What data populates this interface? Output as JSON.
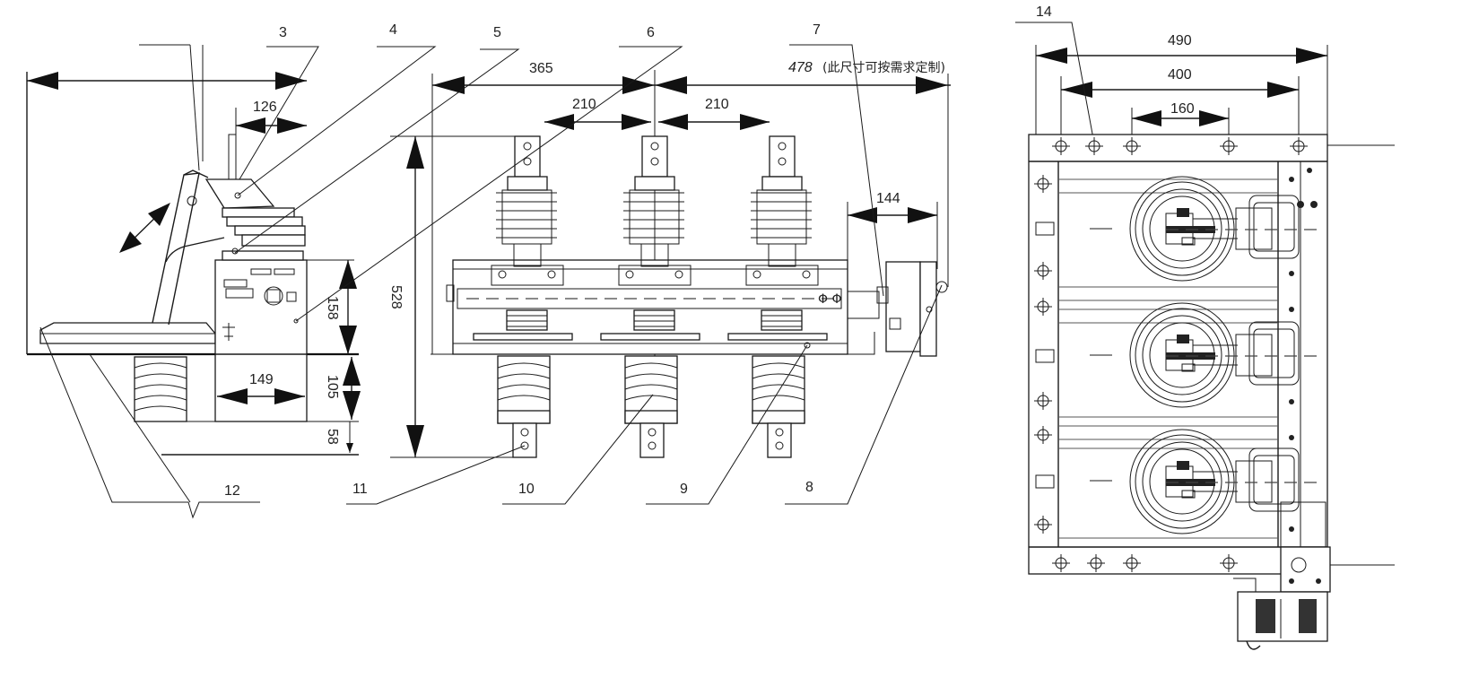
{
  "callouts": {
    "n3": "3",
    "n4": "4",
    "n5": "5",
    "n6": "6",
    "n7": "7",
    "n8": "8",
    "n9": "9",
    "n10": "10",
    "n11": "11",
    "n12": "12",
    "n14": "14"
  },
  "dimensions": {
    "side_126": "126",
    "side_158": "158",
    "side_105": "105",
    "side_58": "58",
    "side_149": "149",
    "front_365": "365",
    "front_210_left": "210",
    "front_210_right": "210",
    "front_528": "528",
    "front_144": "144",
    "front_478": "478",
    "front_478_note": "(此尺寸可按需求定制)",
    "top_490": "490",
    "top_400": "400",
    "top_160": "160"
  },
  "colors": {
    "line": "#1a1a1a",
    "background": "#ffffff"
  }
}
